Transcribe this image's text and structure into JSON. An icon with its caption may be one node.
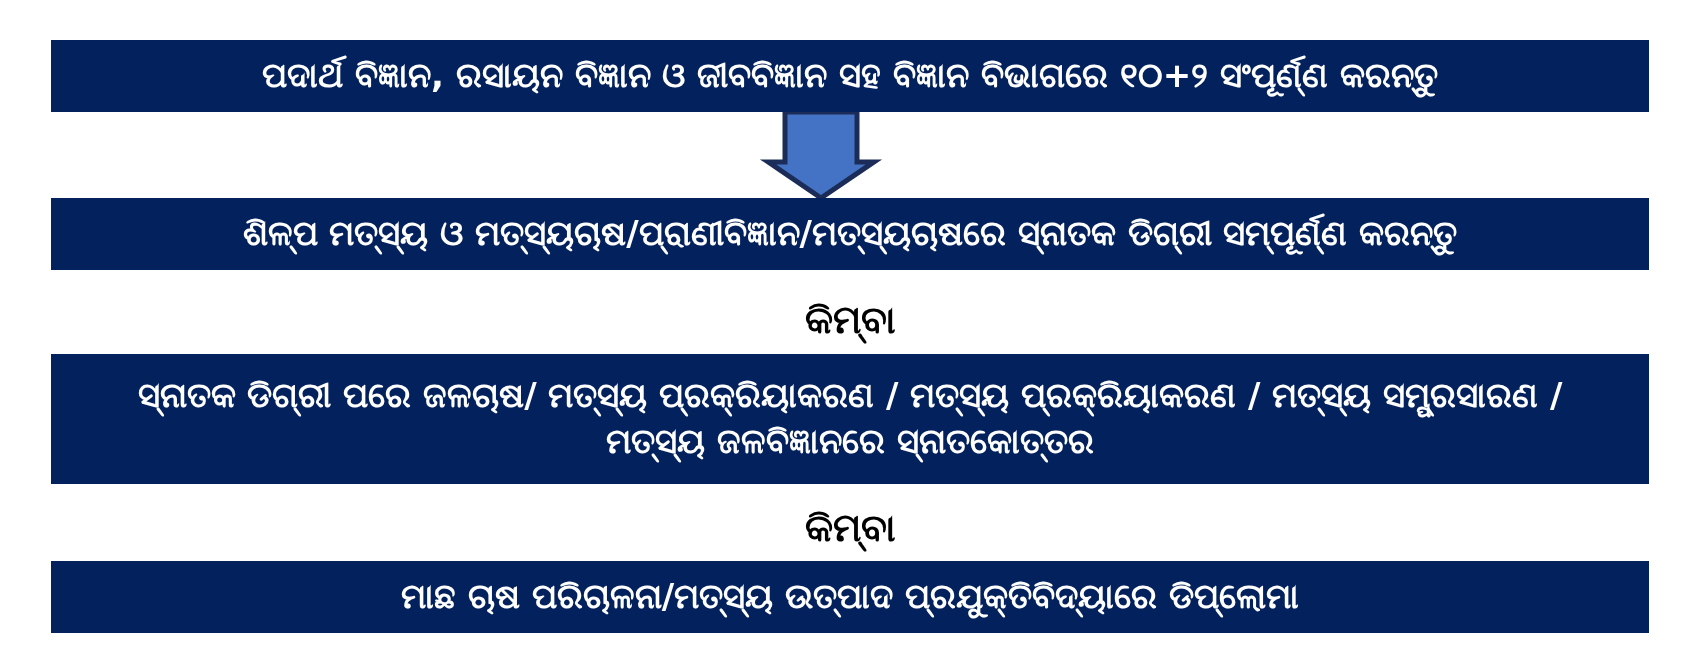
{
  "diagram": {
    "nodes": [
      {
        "text": [
          "ପଦାର୍ଥ ବିଜ୍ଞାନ, ରସାୟନ ବିଜ୍ଞାନ ଓ ଜୀବବିଜ୍ଞାନ ସହ ବିଜ୍ଞାନ ବିଭାଗରେ ୧୦+୨ ସଂପୂର୍ଣ୍ଣ କରନ୍ତୁ"
        ]
      },
      {
        "text": [
          "ଶିଳ୍ପ ମତ୍ସ୍ୟ ଓ ମତ୍ସ୍ୟଚାଷ/ପ୍ରାଣୀବିଜ୍ଞାନ/ମତ୍ସ୍ୟଚାଷରେ ସ୍ନାତକ ଡିଗ୍ରୀ ସମ୍ପୂର୍ଣ୍ଣ କରନ୍ତୁ"
        ]
      },
      {
        "text": [
          "ସ୍ନାତକ ଡିଗ୍ରୀ ପରେ ଜଳଚାଷ/ ମତ୍ସ୍ୟ ପ୍ରକ୍ରିୟାକରଣ / ମତ୍ସ୍ୟ ପ୍ରକ୍ରିୟାକରଣ / ମତ୍ସ୍ୟ ସମ୍ପ୍ରସାରଣ / ମତ୍ସ୍ୟ ଜଳବିଜ୍ଞାନରେ ସ୍ନାତକୋତ୍ତର"
        ]
      },
      {
        "text": [
          "ମାଛ ଚାଷ ପରିଚାଳନା/ମତ୍ସ୍ୟ ଉତ୍ପାଦ ପ୍ରଯୁକ୍ତିବିଦ୍ୟାରେ ଡିପ୍ଲୋମା"
        ]
      }
    ],
    "edges": [
      {
        "from": 0,
        "to": 1,
        "arrow": "to"
      }
    ],
    "labels": [
      "କିମ୍ବା",
      "କିମ୍ବା"
    ]
  }
}
